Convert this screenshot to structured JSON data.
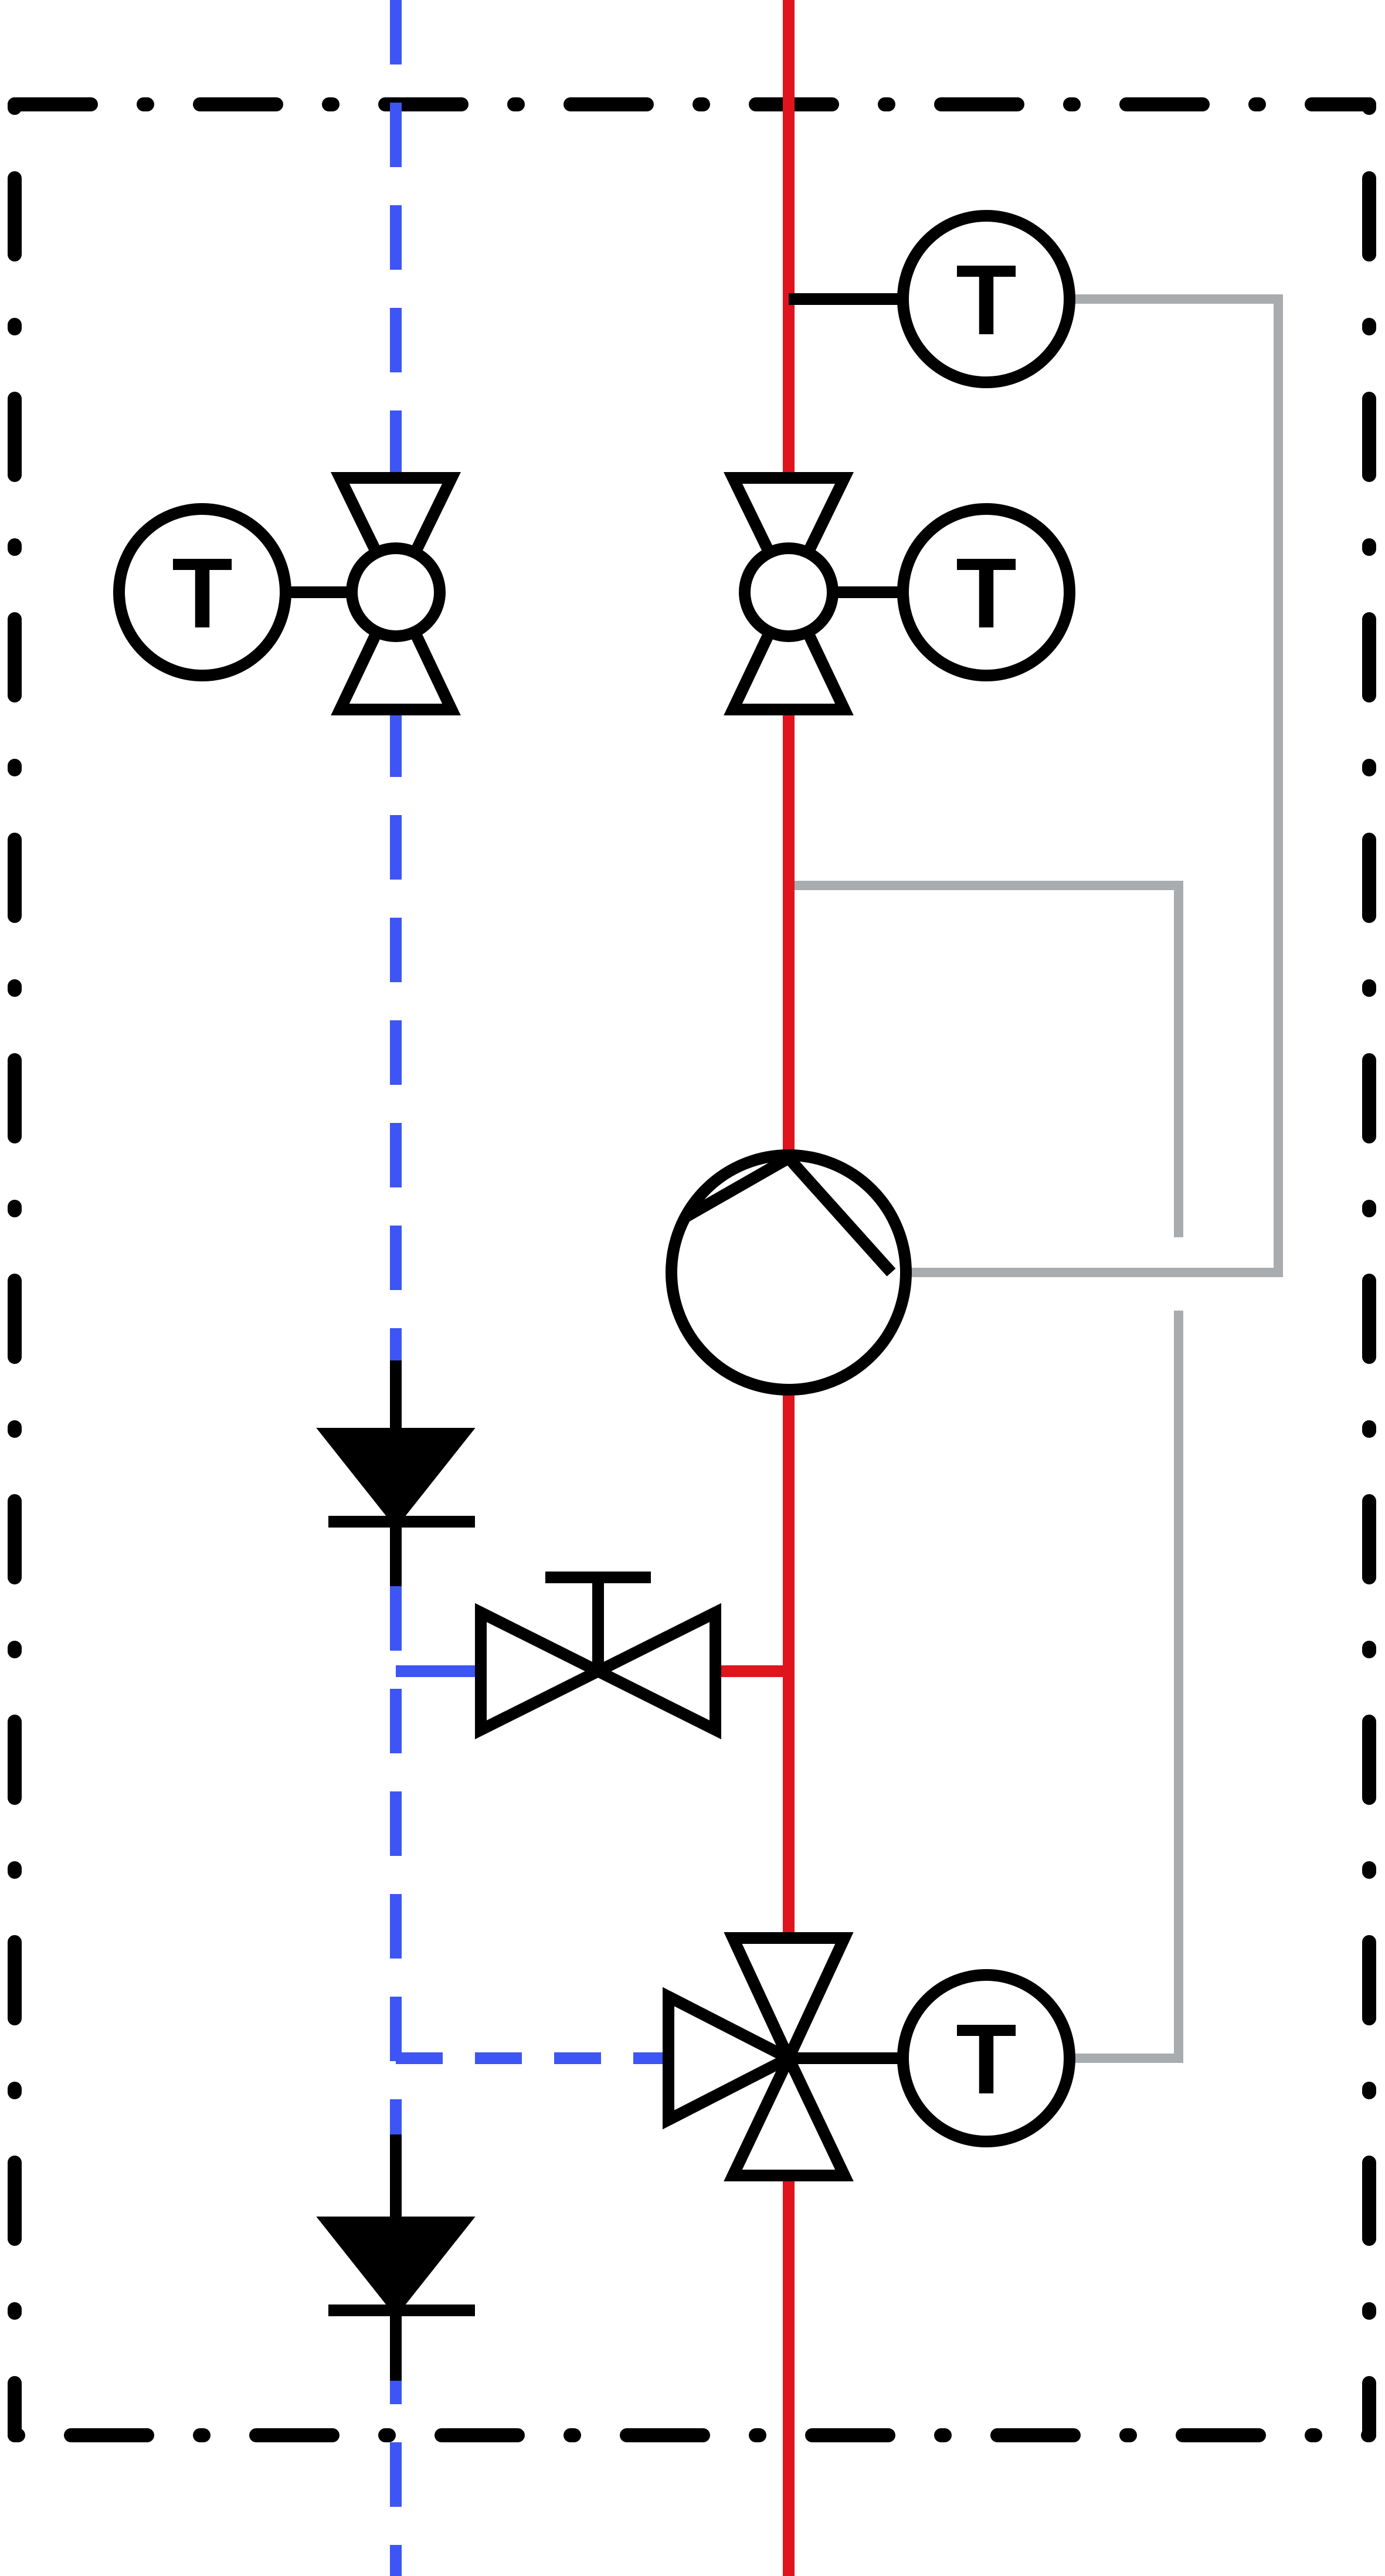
{
  "colors": {
    "return_line": "#3d55f5",
    "supply_line": "#e0141c",
    "signal_line": "#a9acae",
    "symbol": "#000000",
    "boundary": "#000000",
    "background": "#ffffff"
  },
  "symbols": {
    "temperature_sensor_letter": "T"
  },
  "icons": {
    "temperature_sensor": "circle-with-T",
    "ball_valve": "bowtie-valve-with-ball",
    "pump": "circle-with-chevron",
    "check_valve": "filled-triangle-with-bar",
    "globe_valve": "two-way-valve-with-stem",
    "three_way_mixing_valve": "three-triangle-valve"
  }
}
